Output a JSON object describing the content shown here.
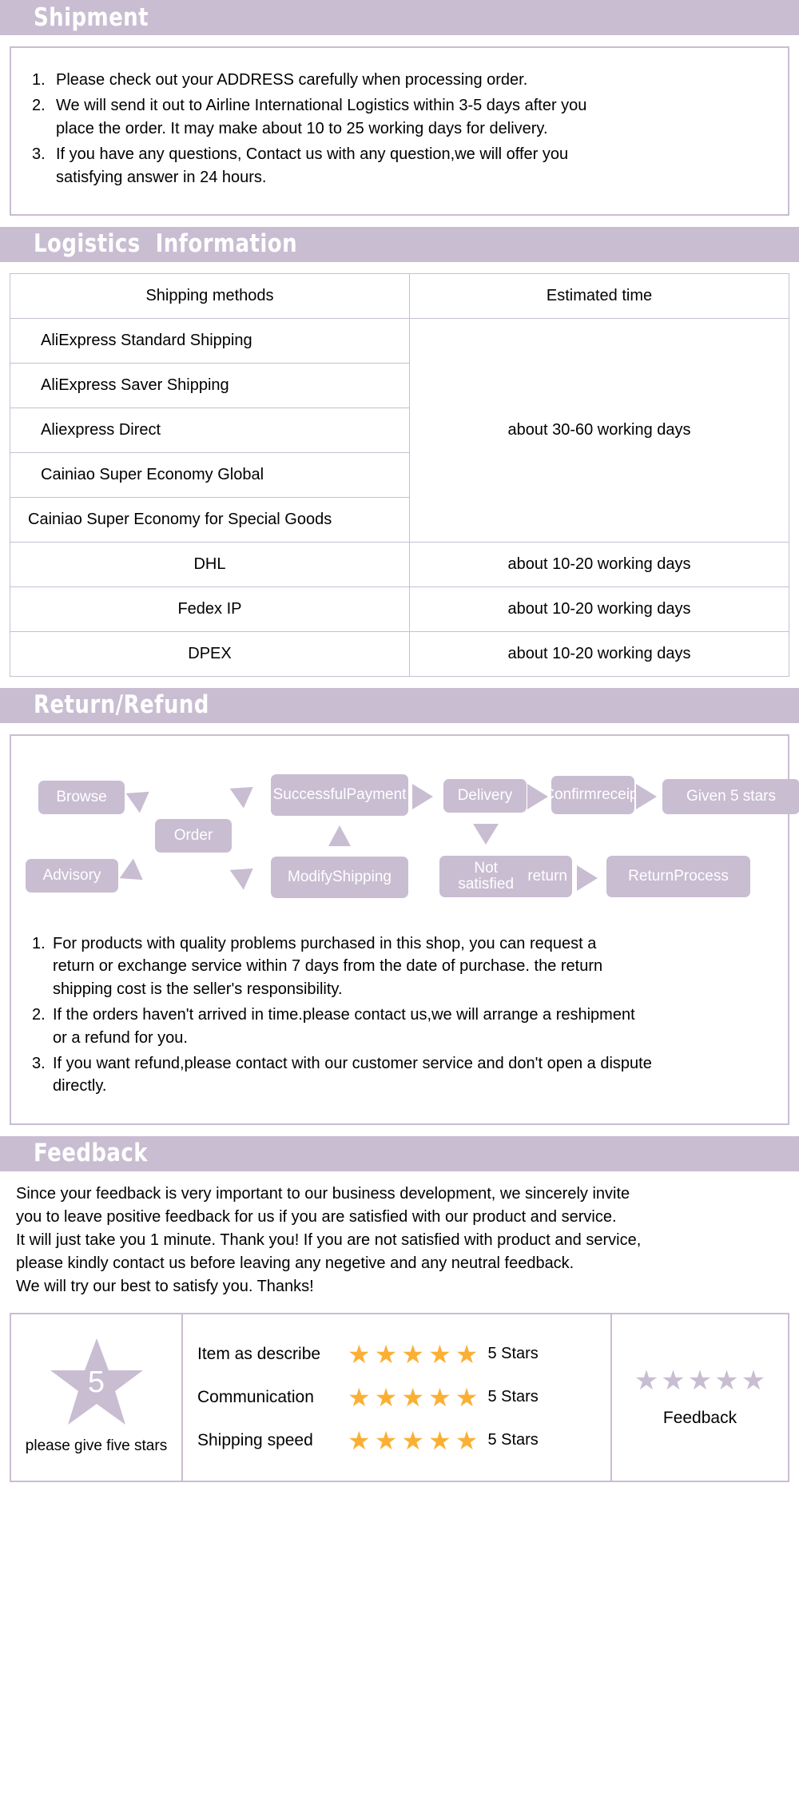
{
  "theme": {
    "accent": "#c9bdd2",
    "gold": "#fbb034",
    "white": "#ffffff"
  },
  "shipment": {
    "title": "Shipment",
    "notes": [
      {
        "num": "1.",
        "lines": [
          "Please check out your ADDRESS carefully when processing order."
        ]
      },
      {
        "num": "2.",
        "lines": [
          "We will send it out to Airline International Logistics within 3-5 days after you",
          "place the order. It may make about 10 to 25 working days for delivery."
        ]
      },
      {
        "num": "3.",
        "lines": [
          "If you have any questions, Contact us with any question,we will offer you",
          "satisfying answer in 24 hours."
        ]
      }
    ]
  },
  "logistics": {
    "title": "Logistics  Information",
    "headers": [
      "Shipping methods",
      "Estimated time"
    ],
    "rows": [
      {
        "method": "AliExpress Standard Shipping",
        "time": ""
      },
      {
        "method": "AliExpress Saver Shipping",
        "time": ""
      },
      {
        "method": "Aliexpress Direct",
        "time": "about 30-60 working days"
      },
      {
        "method": "Cainiao Super Economy Global",
        "time": ""
      },
      {
        "method": "Cainiao Super Economy for Special Goods",
        "time": ""
      },
      {
        "method": "DHL",
        "time": "about 10-20 working days"
      },
      {
        "method": "Fedex IP",
        "time": "about 10-20 working days"
      },
      {
        "method": "DPEX",
        "time": "about 10-20 working days"
      }
    ]
  },
  "return_refund": {
    "title": "Return/Refund",
    "flow": {
      "nodes": [
        {
          "id": "browse",
          "label": "Browse"
        },
        {
          "id": "order",
          "label": "Order"
        },
        {
          "id": "advisory",
          "label": "Advisory"
        },
        {
          "id": "successful_payment",
          "label": "Successful\nPayment"
        },
        {
          "id": "modify_shipping",
          "label": "Modify\nShipping"
        },
        {
          "id": "delivery",
          "label": "Delivery"
        },
        {
          "id": "confirm_receipt",
          "label": "Confirm\nreceipt"
        },
        {
          "id": "given_5_stars",
          "label": "Given 5 stars"
        },
        {
          "id": "not_satisfied_return",
          "label": "Not satisfied\nreturn"
        },
        {
          "id": "return_process",
          "label": "Return\nProcess"
        }
      ]
    },
    "notes": [
      {
        "num": "1.",
        "lines": [
          "For products with quality problems purchased in this shop, you can request a",
          "return or exchange service within 7 days from the date of purchase. the return",
          "shipping cost is the seller's responsibility."
        ]
      },
      {
        "num": "2.",
        "lines": [
          "If the orders haven't arrived in time.please contact us,we will arrange a reshipment",
          "or a refund for you."
        ]
      },
      {
        "num": "3.",
        "lines": [
          "If you want refund,please contact with our customer service and don't open a dispute",
          "directly."
        ]
      }
    ]
  },
  "feedback": {
    "title": "Feedback",
    "paragraph": [
      "Since your feedback is very important to our business development, we sincerely invite",
      "you to leave positive feedback for us if you are satisfied with our product and service.",
      "It will just take you 1 minute. Thank you! If you are not satisfied with product and service,",
      "please kindly contact us before leaving any negetive and any neutral feedback.",
      "We will try our best to satisfy you. Thanks!"
    ],
    "big_star_number": "5",
    "give_five_label": "please give five stars",
    "ratings": [
      {
        "label": "Item as describe",
        "stars": 5,
        "count": "5 Stars"
      },
      {
        "label": "Communication",
        "stars": 5,
        "count": "5 Stars"
      },
      {
        "label": "Shipping speed",
        "stars": 5,
        "count": "5 Stars"
      }
    ],
    "right_stars": 5,
    "right_label": "Feedback"
  }
}
